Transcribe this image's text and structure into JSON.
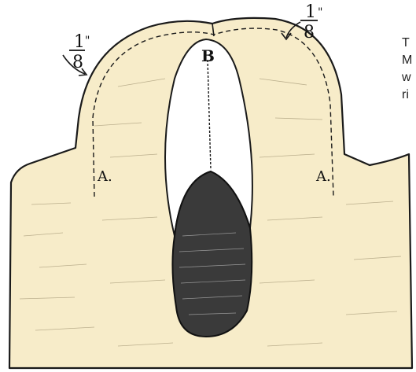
{
  "figure": {
    "labels": {
      "left_fraction": {
        "num": "1",
        "den": "8",
        "mark": "\""
      },
      "right_fraction": {
        "num": "1",
        "den": "8",
        "mark": "\""
      },
      "point_b": "B",
      "point_a_left": "A.",
      "point_a_right": "A."
    },
    "side_text": [
      "T",
      "M",
      "w",
      "ri"
    ],
    "colors": {
      "fabric": "#f7ecc9",
      "ink": "#1a1a1a",
      "slit": "#ffffff",
      "background": "#ffffff"
    }
  }
}
